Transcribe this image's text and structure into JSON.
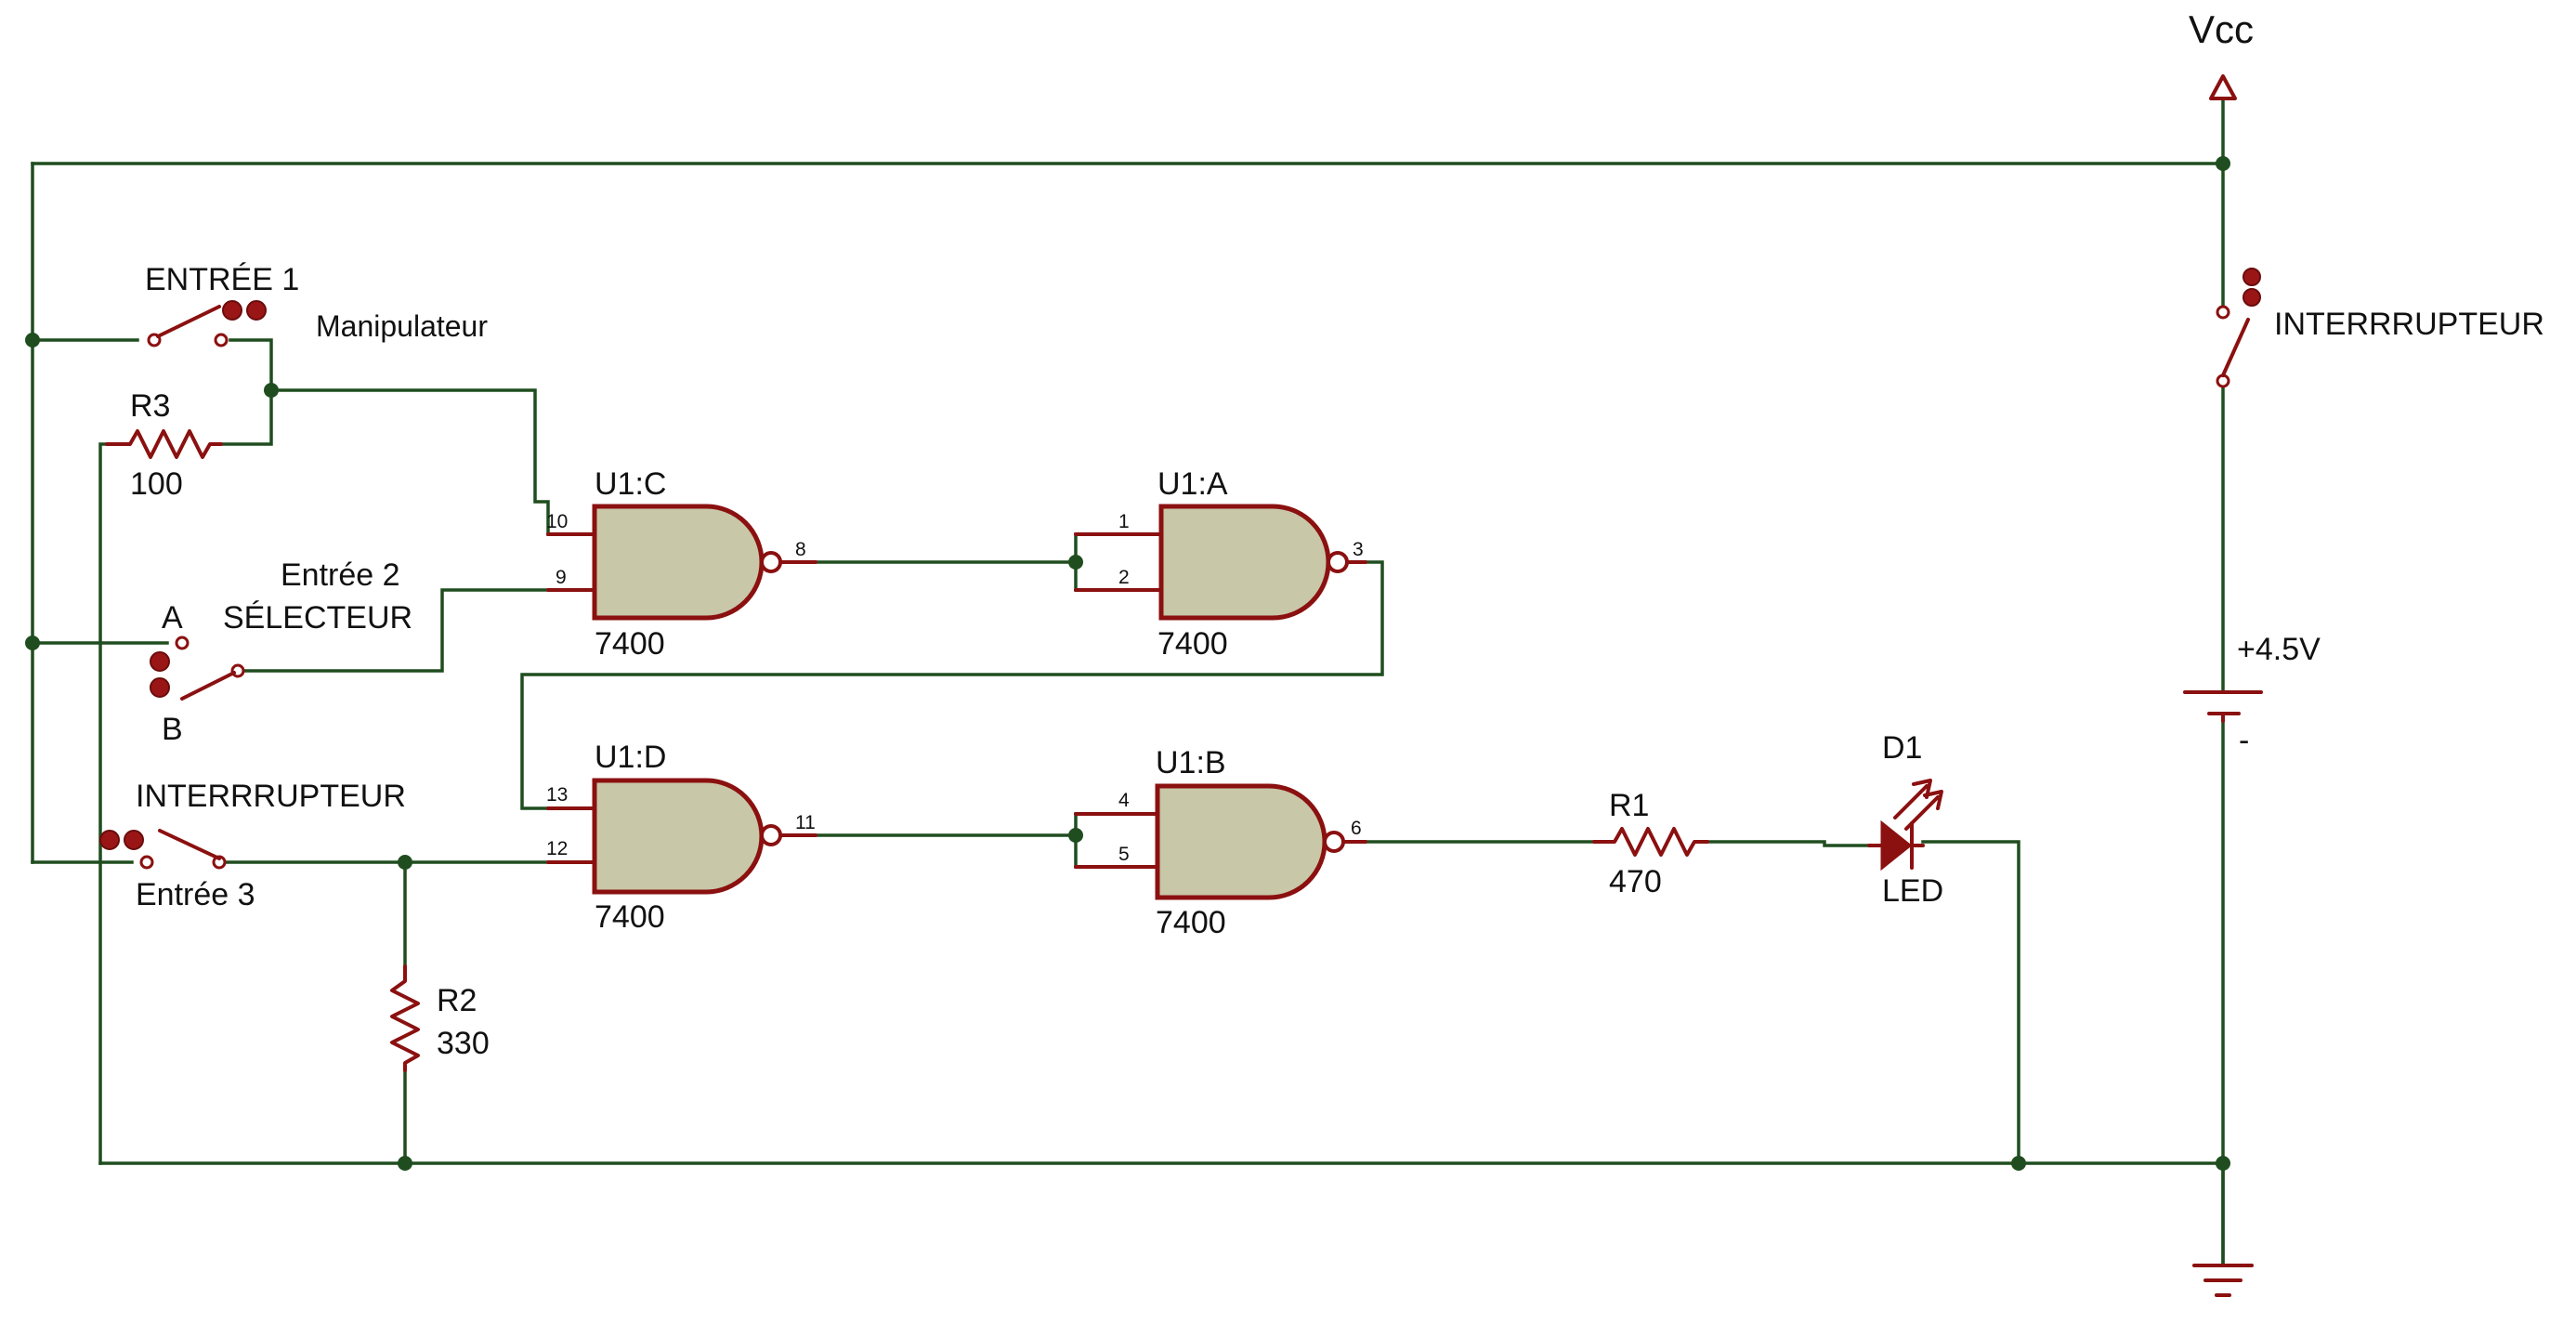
{
  "power": {
    "vcc": "Vcc",
    "battery_plus": "+4.5V",
    "battery_minus": "-"
  },
  "switches": {
    "entree1": "ENTRÉE 1",
    "manipulateur": "Manipulateur",
    "entree2": "Entrée 2",
    "selecteur": "SÉLECTEUR",
    "sel_a": "A",
    "sel_b": "B",
    "interrupteur_left": "INTERRRUPTEUR",
    "entree3": "Entrée 3",
    "interrupteur_right": "INTERRRUPTEUR"
  },
  "resistors": {
    "r3_name": "R3",
    "r3_value": "100",
    "r2_name": "R2",
    "r2_value": "330",
    "r1_name": "R1",
    "r1_value": "470"
  },
  "led": {
    "name": "D1",
    "value": "LED"
  },
  "gates": [
    {
      "name": "U1:C",
      "part": "7400",
      "pin_a": "10",
      "pin_b": "9",
      "pin_out": "8"
    },
    {
      "name": "U1:A",
      "part": "7400",
      "pin_a": "1",
      "pin_b": "2",
      "pin_out": "3"
    },
    {
      "name": "U1:D",
      "part": "7400",
      "pin_a": "13",
      "pin_b": "12",
      "pin_out": "11"
    },
    {
      "name": "U1:B",
      "part": "7400",
      "pin_a": "4",
      "pin_b": "5",
      "pin_out": "6"
    }
  ],
  "colors": {
    "wire": "#1f4d1f",
    "component": "#8b1010",
    "gate_fill": "#c8c7a8"
  }
}
